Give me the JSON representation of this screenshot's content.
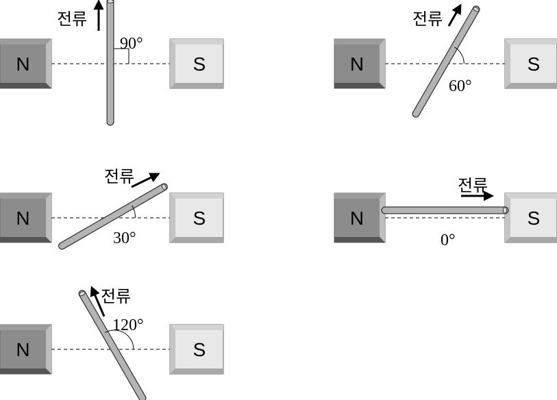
{
  "panels": [
    {
      "angle_deg": 90,
      "angle_label": "90°",
      "current_label": "전류",
      "north_label": "N",
      "south_label": "S"
    },
    {
      "angle_deg": 60,
      "angle_label": "60°",
      "current_label": "전류",
      "north_label": "N",
      "south_label": "S"
    },
    {
      "angle_deg": 30,
      "angle_label": "30°",
      "current_label": "전류",
      "north_label": "N",
      "south_label": "S"
    },
    {
      "angle_deg": 0,
      "angle_label": "0°",
      "current_label": "전류",
      "north_label": "N",
      "south_label": "S"
    },
    {
      "angle_deg": 120,
      "angle_label": "120°",
      "current_label": "전류",
      "north_label": "N",
      "south_label": "S"
    }
  ]
}
